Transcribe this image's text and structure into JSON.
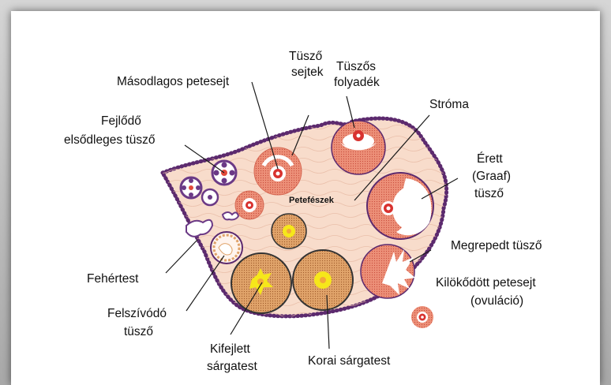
{
  "labels": {
    "masodlagos": "Másodlagos petesejt",
    "tuszo_sejtek_1": "Tüsző",
    "tuszo_sejtek_2": "sejtek",
    "tuszos_folyadek_1": "Tüszős",
    "tuszos_folyadek_2": "folyadék",
    "stroma": "Stróma",
    "fejlodo_1": "Fejlődő",
    "fejlodo_2": "elsődleges tüsző",
    "erett_1": "Érett",
    "erett_2": "(Graaf)",
    "erett_3": "tüsző",
    "petefeszek": "Petefészek",
    "megrepedt": "Megrepedt tüsző",
    "kilokodott_1": "Kilökődött petesejt",
    "kilokodott_2": "(ovuláció)",
    "fehertest": "Fehértest",
    "felszivodo_1": "Felszívódó",
    "felszivodo_2": "tüsző",
    "kifejlett_1": "Kifejlett",
    "kifejlett_2": "sárgatest",
    "korai": "Korai sárgatest"
  },
  "colors": {
    "ovary_fill": "#f8dccb",
    "ovary_border": "#5c2a6e",
    "follicle": "#e8846f",
    "oocyte": "#d8322f",
    "corpus_luteum": "#d9955a",
    "luteum_center": "#f6e71a",
    "primordial": "#6b3a86"
  }
}
